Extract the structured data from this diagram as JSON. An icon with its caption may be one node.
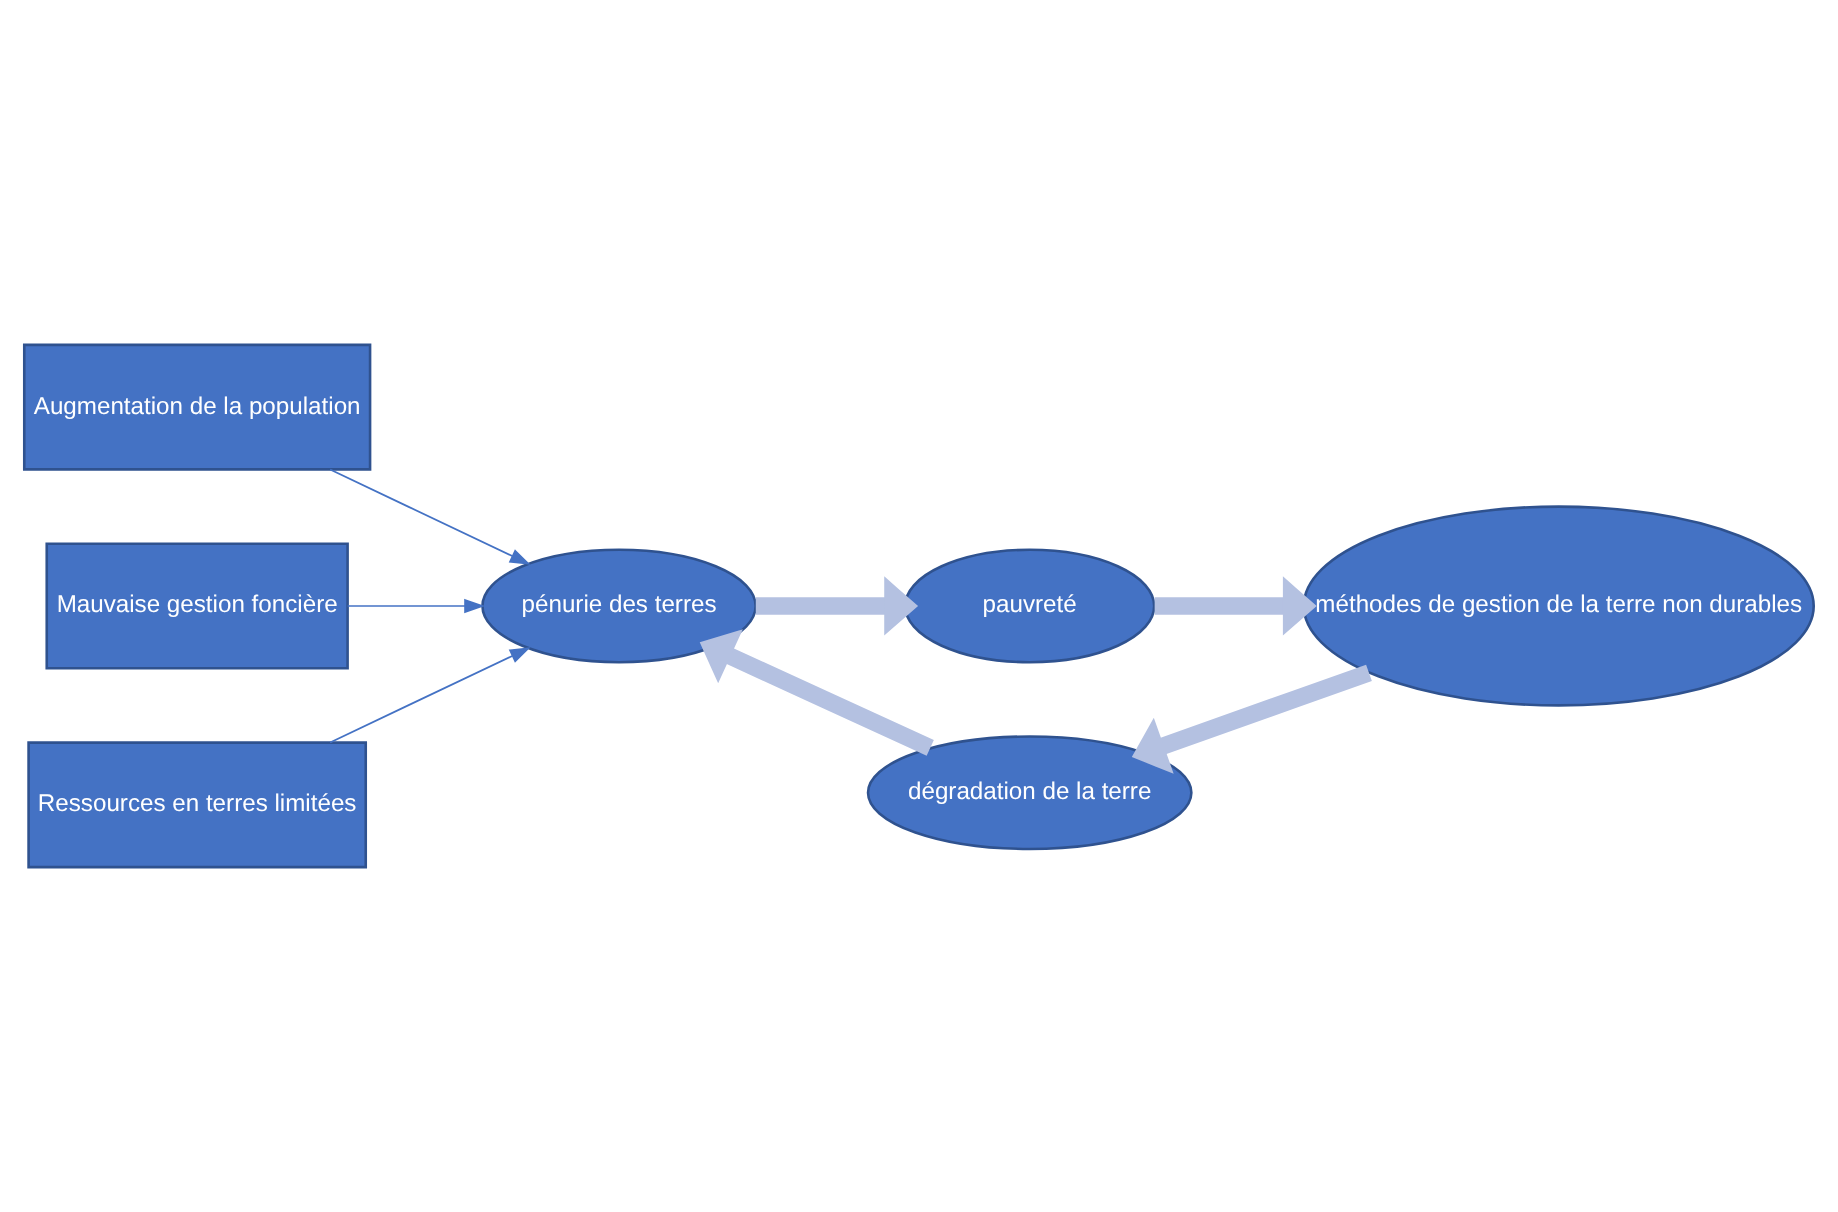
{
  "diagram": {
    "nodes": [
      {
        "text": [
          "Augmentation de la population"
        ]
      },
      {
        "text": [
          "Mauvaise gestion foncière"
        ]
      },
      {
        "text": [
          "Ressources en terres limitées"
        ]
      },
      {
        "text": [
          "pénurie des terres"
        ]
      },
      {
        "text": [
          "pauvreté"
        ]
      },
      {
        "text": [
          "méthodes de gestion de la terre non durables"
        ]
      },
      {
        "text": [
          "dégradation de la terre"
        ]
      }
    ],
    "edges": [
      {
        "from": 0,
        "to": 3,
        "arrow": "to",
        "color": "#4472c4"
      },
      {
        "from": 1,
        "to": 3,
        "arrow": "to",
        "color": "#4472c4"
      },
      {
        "from": 2,
        "to": 3,
        "arrow": "to",
        "color": "#4472c4"
      },
      {
        "from": 3,
        "to": 4,
        "arrow": "to",
        "color": "#b4c1e1"
      },
      {
        "from": 4,
        "to": 5,
        "arrow": "to",
        "color": "#b4c1e1"
      },
      {
        "from": 5,
        "to": 6,
        "arrow": "to",
        "color": "#b4c1e1"
      },
      {
        "from": 6,
        "to": 3,
        "arrow": "to",
        "color": "#b4c1e1"
      }
    ]
  }
}
